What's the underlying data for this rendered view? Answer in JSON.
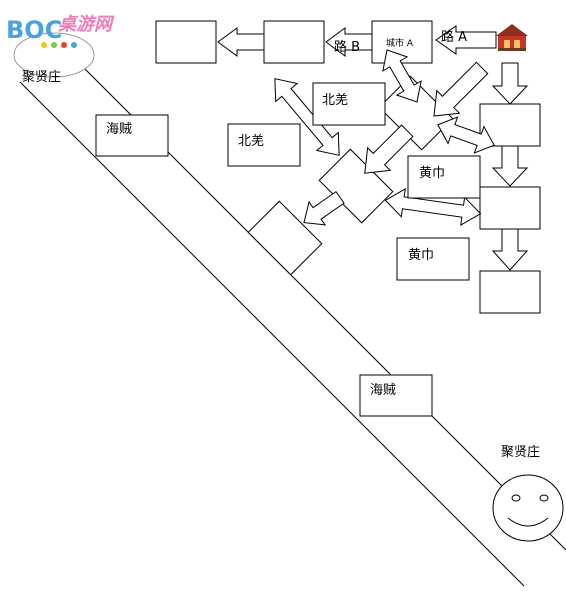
{
  "logo": {
    "text": "BOC",
    "accent_colors": [
      "#4aa3df",
      "#f07cb8",
      "#f5c518",
      "#7ac943",
      "#e8442e"
    ],
    "site_glyphs": "桌游网"
  },
  "labels": {
    "top_left_village": "聚贤庄",
    "bottom_right_village": "聚贤庄",
    "pirate_top": "海贼",
    "pirate_bottom": "海贼",
    "beiqiang_boxed": "北羌",
    "beiqiang_plain": "北羌",
    "huangjin_boxed": "黄巾",
    "huangjin_plain": "黄巾",
    "road_a": "路 A",
    "road_b": "路 B",
    "city_a": "城市 A"
  },
  "icons": {
    "castle": "castle-icon",
    "smiley": "smiley-face-icon"
  }
}
